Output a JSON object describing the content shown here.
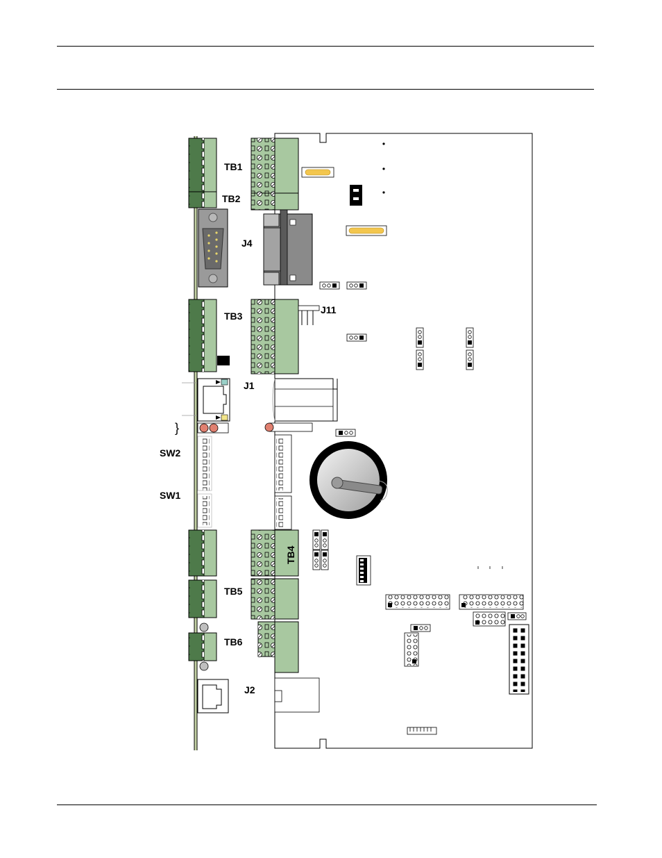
{
  "labels": {
    "tb1": "TB1",
    "tb2": "TB2",
    "j4": "J4",
    "tb3": "TB3",
    "j11": "J11",
    "j1": "J1",
    "sw2": "SW2",
    "sw1": "SW1",
    "tb4": "TB4",
    "tb5": "TB5",
    "tb6": "TB6",
    "j2": "J2"
  },
  "colors": {
    "terminal_green": "#a8c8a0",
    "terminal_dark": "#4e7a4a",
    "db9_gray": "#8a8a8a",
    "led_red": "#e08070",
    "fuse_yellow": "#f3c64e",
    "line": "#000000"
  }
}
